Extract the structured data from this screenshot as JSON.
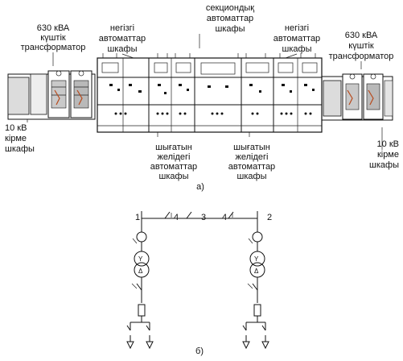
{
  "part_a": {
    "caption": "а)",
    "labels": {
      "transformer_left": [
        "630 кВА",
        "күштік",
        "трансформатор"
      ],
      "transformer_right": [
        "630 кВА",
        "күштік",
        "трансформатор"
      ],
      "main_breakers_left": [
        "негізгі",
        "автоматтар",
        "шкафы"
      ],
      "main_breakers_right": [
        "негізгі",
        "автоматтар",
        "шкафы"
      ],
      "sectional": [
        "секциондық",
        "автоматтар",
        "шкафы"
      ],
      "input_left": [
        "10 кВ",
        "кірме",
        "шкафы"
      ],
      "input_right": [
        "10 кВ",
        "кірме",
        "шкафы"
      ],
      "outgoing_left": [
        "шығатын",
        "желідегі",
        "автоматтар",
        "шкафы"
      ],
      "outgoing_right": [
        "шығатын",
        "желідегі",
        "автоматтар",
        "шкафы"
      ]
    }
  },
  "part_b": {
    "caption": "б)",
    "node_labels": [
      "1",
      "4",
      "3",
      "4",
      "2"
    ]
  }
}
